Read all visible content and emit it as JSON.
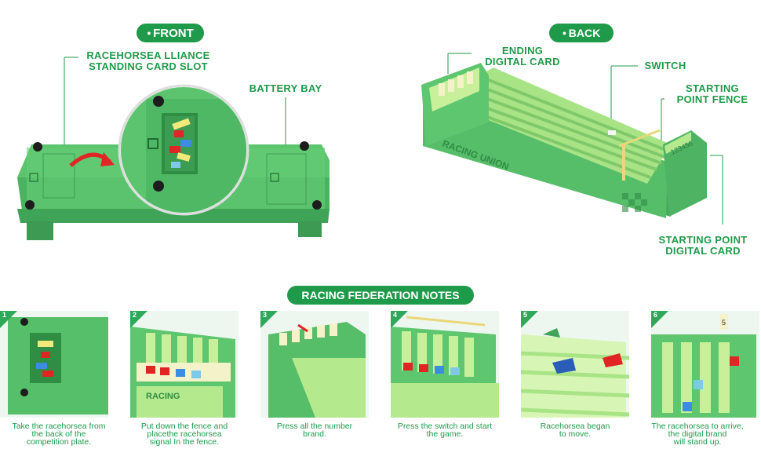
{
  "front": {
    "badge": "FRONT",
    "slot_label_line1": "RACEHORSEA LLIANCE",
    "slot_label_line2": "STANDING CARD SLOT",
    "battery_label": "BATTERY BAY"
  },
  "back": {
    "badge": "BACK",
    "ending_line1": "ENDING",
    "ending_line2": "DIGITAL CARD",
    "switch_label": "SWITCH",
    "fence_line1": "STARTING",
    "fence_line2": "POINT FENCE",
    "start_card_line1": "STARTING POINT",
    "start_card_line2": "DIGITAL CARD",
    "board_text": "RACING UNION",
    "start_digits": "123456"
  },
  "notes": {
    "title": "RACING FEDERATION NOTES",
    "steps": [
      {
        "number": "1",
        "line1": "Take the racehorsea from",
        "line2": "the back of the",
        "line3": "competition plate."
      },
      {
        "number": "2",
        "line1": "Put down the  fence and",
        "line2": "placethe racehorsea",
        "line3": "signal In the fence."
      },
      {
        "number": "3",
        "line1": "Press all the number",
        "line2": "brand.",
        "line3": ""
      },
      {
        "number": "4",
        "line1": "Press the switch and start",
        "line2": "the game.",
        "line3": ""
      },
      {
        "number": "5",
        "line1": "Racehorsea began",
        "line2": "to move.",
        "line3": ""
      },
      {
        "number": "6",
        "line1": "The racehorsea to arrive,",
        "line2": "the digital brand",
        "line3": "will stand up."
      }
    ],
    "panel2_board_text": "RACING",
    "panel6_flag": "5"
  },
  "colors": {
    "brand_green": "#1f9a4a",
    "board_green": "#5cc46e",
    "board_dark": "#3fa457",
    "lane_light": "#c8f09a"
  }
}
